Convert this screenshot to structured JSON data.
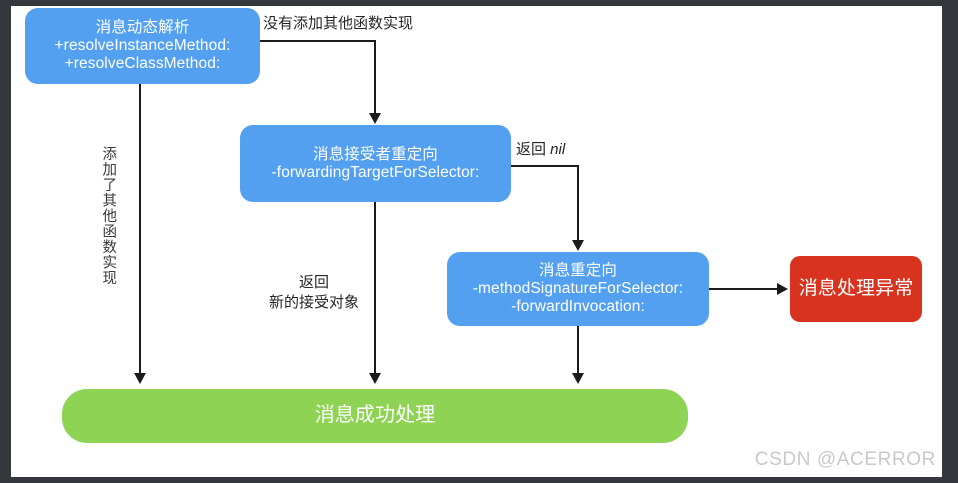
{
  "diagram": {
    "title": "Objective-C message forwarding flow",
    "colors": {
      "blue": "#54a0f0",
      "red": "#d8331f",
      "green": "#8ed354",
      "line": "#1b1b1b",
      "canvas": "#ffffff",
      "border": "#34373c"
    },
    "nodes": {
      "resolve": {
        "title": "消息动态解析",
        "method1": "+resolveInstanceMethod:",
        "method2": "+resolveClassMethod:"
      },
      "forwarding": {
        "title": "消息接受者重定向",
        "method1": "-forwardingTargetForSelector:"
      },
      "signature": {
        "title": "消息重定向",
        "method1": "-methodSignatureForSelector:",
        "method2": "-forwardInvocation:"
      },
      "exception": {
        "title": "消息处理异常"
      },
      "success": {
        "title": "消息成功处理"
      }
    },
    "edge_labels": {
      "no_other_impl": "没有添加其他函数实现",
      "added_other_impl": "添加了其他函数实现",
      "return_nil_prefix": "返回 ",
      "return_nil_value": "nil",
      "return_new_target_line1": "返回",
      "return_new_target_line2": "新的接受对象"
    },
    "watermark": "CSDN @ACERROR"
  }
}
